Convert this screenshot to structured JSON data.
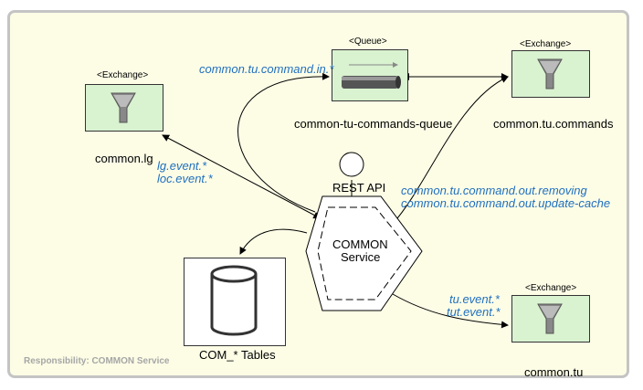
{
  "queue": {
    "stereotype": "<Queue>",
    "name": "common-tu-commands-queue"
  },
  "exchanges": {
    "lg": {
      "stereotype": "<Exchange>",
      "name": "common.lg"
    },
    "commands": {
      "stereotype": "<Exchange>",
      "name": "common.tu.commands"
    },
    "tu": {
      "stereotype": "<Exchange>",
      "name": "common.tu"
    }
  },
  "service": {
    "name_line1": "COMMON",
    "name_line2": "Service",
    "api_label": "REST API"
  },
  "tables": {
    "name": "COM_* Tables"
  },
  "routes": {
    "command_in": "common.tu.command.in.*",
    "lg_event": "lg.event.*",
    "loc_event": "loc.event.*",
    "out_removing": "common.tu.command.out.removing",
    "out_update_cache": "common.tu.command.out.update-cache",
    "tu_event": "tu.event.*",
    "tut_event": "tut.event.*"
  },
  "footer": {
    "responsibility": "Responsibility: COMMON Service"
  }
}
